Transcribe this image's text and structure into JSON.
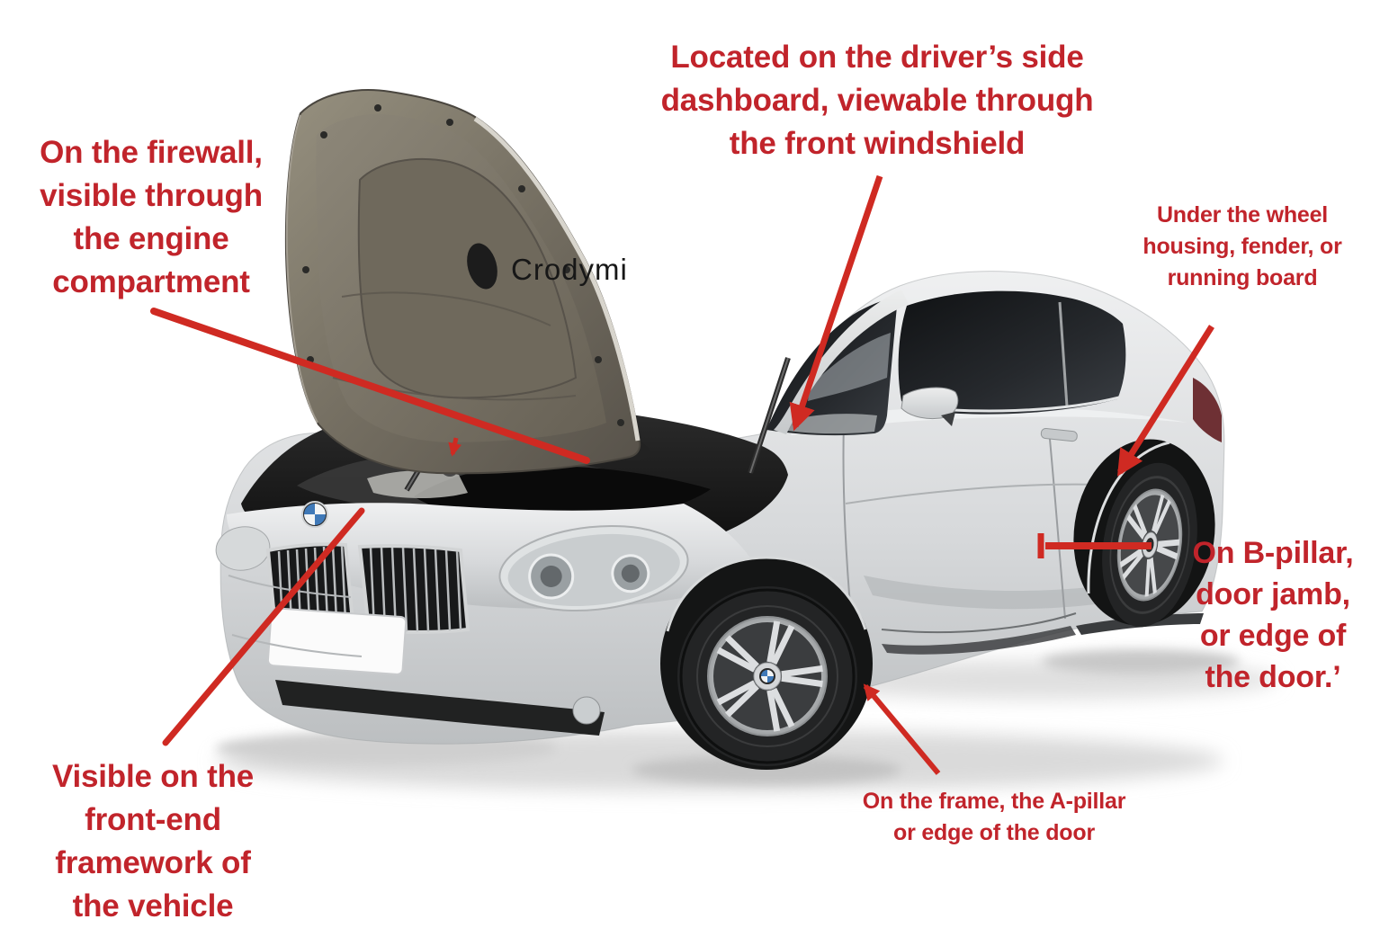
{
  "colors": {
    "label_red": "#c1242b",
    "arrow_red": "#cf2a22",
    "watermark_black": "#171717",
    "body_silver": "#d9dbdc",
    "hood_taupe": "#7d7769"
  },
  "watermark": {
    "text": "Crodymi"
  },
  "annotations": {
    "dashboard": {
      "text": "Located on the driver’s side dashboard, viewable through the front windshield",
      "lines": [
        "Located on the driver’s side",
        "dashboard, viewable through",
        "the front windshield"
      ]
    },
    "firewall": {
      "text": "On the firewall, visible through the engine compartment",
      "lines": [
        "On the firewall,",
        "visible through",
        "the engine",
        "compartment"
      ]
    },
    "wheel_housing": {
      "text": "Under the wheel housing, fender, or running board",
      "lines": [
        "Under the wheel",
        "housing, fender, or",
        "running board"
      ]
    },
    "b_pillar": {
      "text": "On B-pillar, door jamb, or edge of the door.’",
      "lines": [
        "On B-pillar,",
        "door jamb,",
        "or edge of",
        "the door.’"
      ]
    },
    "front_end": {
      "text": "Visible on the front-end framework of the vehicle",
      "lines": [
        "Visible on the",
        "front-end",
        "framework of",
        "the vehicle"
      ]
    },
    "frame_a_pillar": {
      "text": "On the frame, the A-pillar or edge of the door",
      "lines": [
        "On the frame, the A-pillar",
        "or edge of the door"
      ]
    }
  }
}
